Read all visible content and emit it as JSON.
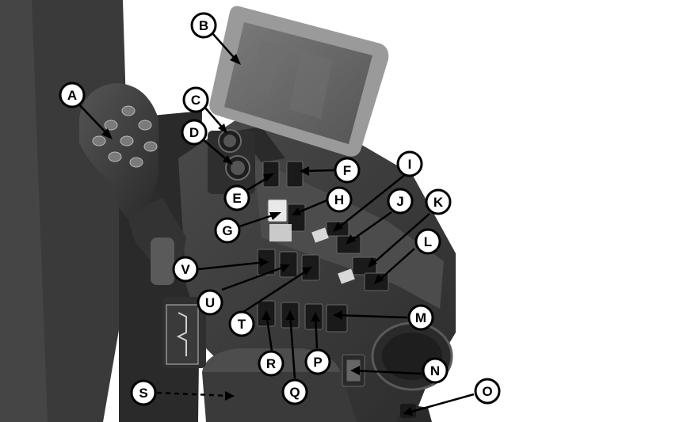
{
  "callouts": {
    "A": "A",
    "B": "B",
    "C": "C",
    "D": "D",
    "E": "E",
    "F": "F",
    "G": "G",
    "H": "H",
    "I": "I",
    "J": "J",
    "K": "K",
    "L": "L",
    "M": "M",
    "N": "N",
    "O": "O",
    "P": "P",
    "Q": "Q",
    "R": "R",
    "S": "S",
    "T": "T",
    "U": "U",
    "V": "V"
  },
  "colors": {
    "background": "#ffffff",
    "console": "#3f3f3f",
    "console_dark": "#262626",
    "screen": "#6a6a6a",
    "bezel": "#8a8a8a",
    "switch": "#1c1c1c",
    "callout_fill": "#ffffff",
    "callout_stroke": "#000000"
  }
}
